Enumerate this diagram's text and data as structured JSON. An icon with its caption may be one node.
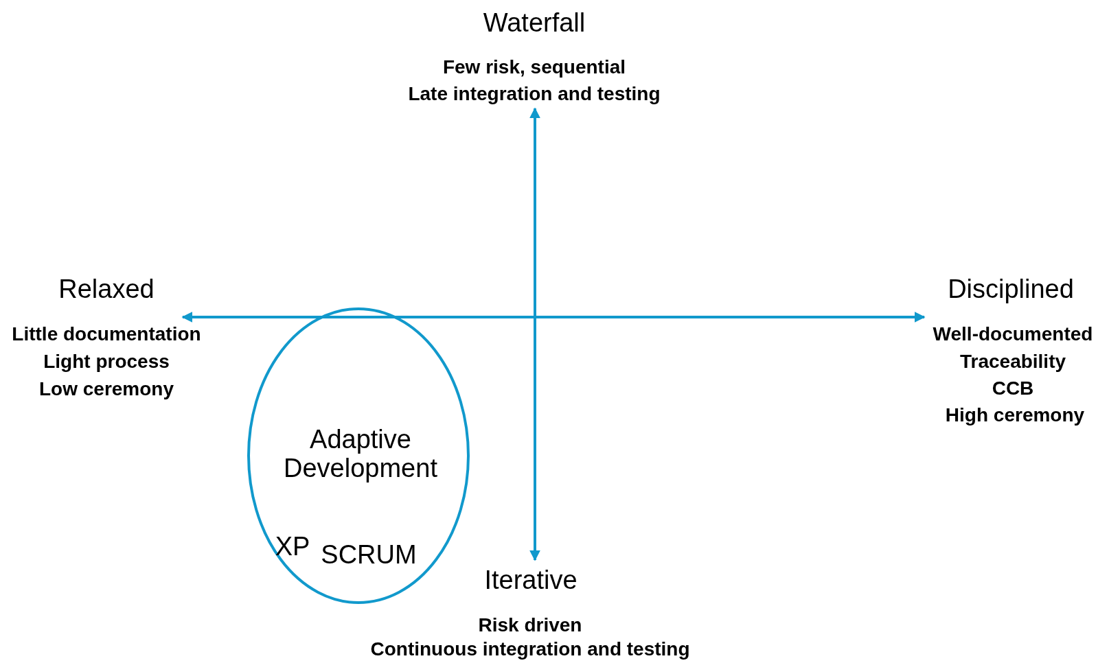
{
  "diagram": {
    "nodes": [
      {
        "text": [
          "Adaptive Development",
          "XP",
          "SCRUM"
        ]
      }
    ],
    "labels": [
      "Waterfall",
      "Few risk, sequential",
      "Late integration and testing",
      "Relaxed",
      "Little documentation",
      "Light process",
      "Low ceremony",
      "Disciplined",
      "Well-documented",
      "Traceability",
      "CCB",
      "High ceremony",
      "Iterative",
      "Risk driven",
      "Continuous integration and testing"
    ]
  }
}
